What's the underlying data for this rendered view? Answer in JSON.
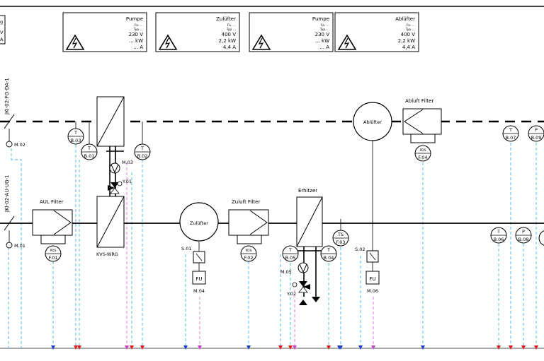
{
  "panels": [
    {
      "title": "Pumpe",
      "fa": "Fa. ...",
      "typ": "Typ ...",
      "v": "230  V",
      "kw": "...  kW",
      "a": "...  A"
    },
    {
      "title": "Zulüfter",
      "fa": "Fa. ...",
      "typ": "Typ ...",
      "v": "400  V",
      "kw": "2,2  kW",
      "a": "4,4  A"
    },
    {
      "title": "Pumpe",
      "fa": "Fa. ...",
      "typ": "Typ ...",
      "v": "230  V",
      "kw": "...  kW",
      "a": "...  A"
    },
    {
      "title": "Ablüfter",
      "fa": "Fa. ...",
      "typ": "Typ ...",
      "v": "400  V",
      "kw": "2,2  kW",
      "a": "4,4  A"
    }
  ],
  "corner_fragment": {
    "line1": "g",
    "line2": "V",
    "line3": "A"
  },
  "duct_labels": {
    "top": "JKI-02-FO-DA-1",
    "bottom": "JKI-02-AU-UG-1"
  },
  "dampers": {
    "top": "M.02",
    "bottom": "M.01"
  },
  "sensors": {
    "b03": {
      "letter": "T",
      "tag": "B.03"
    },
    "b01": {
      "letter": "T",
      "tag": "B.01"
    },
    "b02": {
      "letter": "T",
      "tag": "B.02"
    },
    "b05": {
      "letter": "T",
      "tag": "B.05"
    },
    "b04": {
      "letter": "T",
      "tag": "B.04"
    },
    "f03": {
      "letter": "TS",
      "tag": "F.03"
    },
    "b07": {
      "letter": "T",
      "tag": "B.07"
    },
    "b09": {
      "letter": "P",
      "tag": "B.09"
    },
    "b06": {
      "letter": "T",
      "tag": "B.06"
    },
    "b08": {
      "letter": "P",
      "tag": "B.08"
    }
  },
  "pds": {
    "f01": {
      "letter": "PDS",
      "tag": "F.01"
    },
    "f02": {
      "letter": "PDS",
      "tag": "F.02"
    },
    "f04": {
      "letter": "PDS",
      "tag": "F.04"
    }
  },
  "components": {
    "aul_filter": "AUL Filter",
    "kvs_wrg": "KVS-WRG",
    "zuluefter": "Zulüfter",
    "zuluft_filter": "Zuluft Filter",
    "erhitzer": "Erhitzer",
    "abluefter": "Ablüfter",
    "abluft_filter": "Abluft Filter"
  },
  "actuators": {
    "m03": "M.03",
    "y01": "Y.01",
    "m05": "M.05",
    "y02": "Y.02",
    "s01": "S.01",
    "s02": "S.02",
    "m04": "M.04",
    "m06": "M.06",
    "fu1": "FU",
    "fu2": "FU"
  }
}
